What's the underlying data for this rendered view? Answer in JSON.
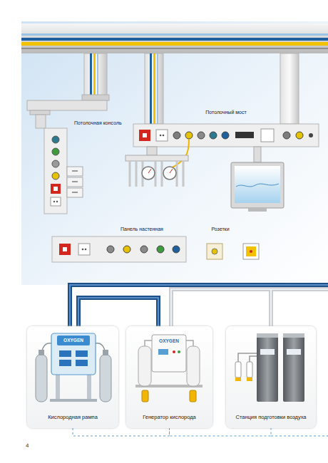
{
  "diagram": {
    "nodes": [
      {
        "text": [
          "Потолочная консоль"
        ]
      },
      {
        "text": [
          "Потолочный мост"
        ]
      },
      {
        "text": [
          "Панель настенная"
        ]
      },
      {
        "text": [
          "Розетки"
        ]
      },
      {
        "text": [
          "Кислородная рампа"
        ]
      },
      {
        "text": [
          "Генератор кислорода"
        ]
      },
      {
        "text": [
          "Станция подготовки воздуха"
        ]
      }
    ],
    "edges": [
      {
        "from": 4,
        "to": 5,
        "arrow": "none"
      },
      {
        "from": 5,
        "to": 6,
        "arrow": "none"
      }
    ],
    "labels": [
      "OXYGEN",
      "OXYGEN",
      "4"
    ]
  }
}
